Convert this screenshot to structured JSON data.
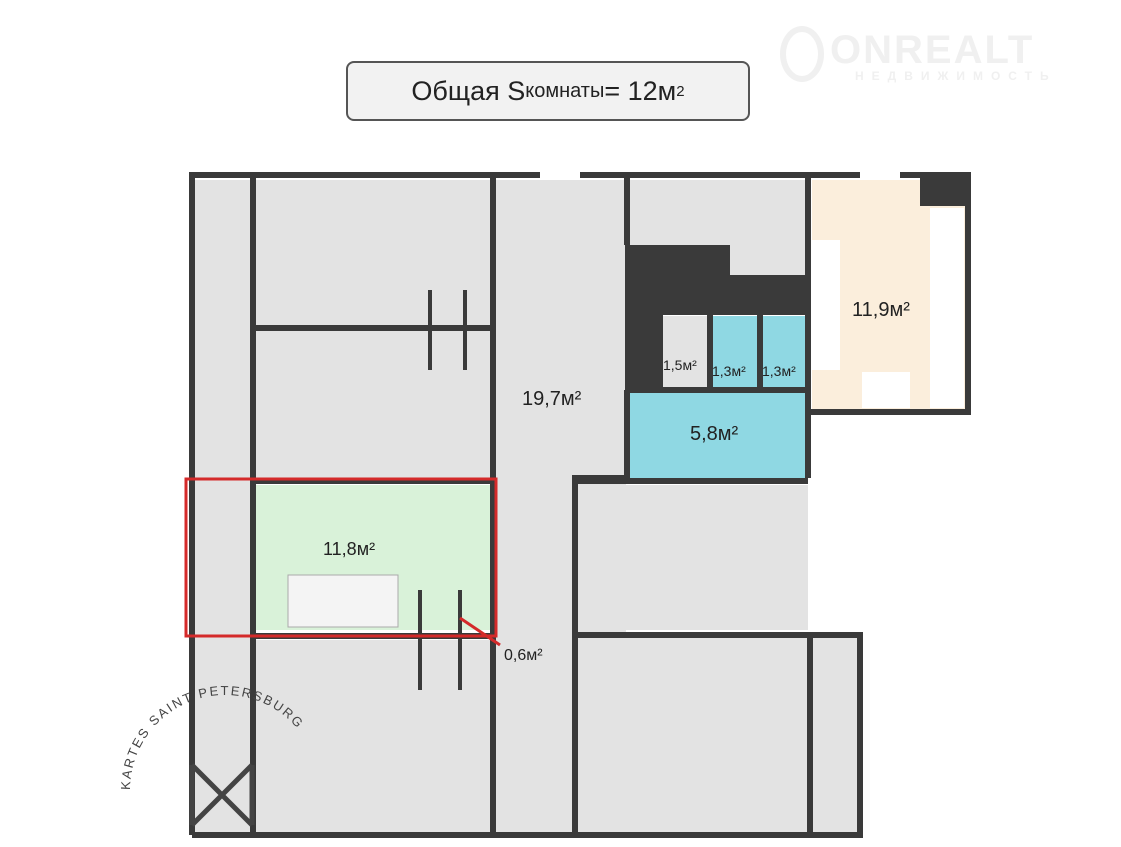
{
  "title": {
    "prefix": "Общая S",
    "sub": "комнаты",
    "suffix": " = 12м",
    "sup": "2"
  },
  "brand": {
    "name": "ONREALT",
    "tagline": "НЕДВИЖИМОСТЬ"
  },
  "stamp": {
    "text": "KARTES SAINT PETERSBURG"
  },
  "rooms": [
    {
      "id": "corridor",
      "area": "19,7м²"
    },
    {
      "id": "kitchen",
      "area": "11,9м²"
    },
    {
      "id": "storage",
      "area": "1,5м²"
    },
    {
      "id": "toilet",
      "area": "1,3м²"
    },
    {
      "id": "shower",
      "area": "1,3м²"
    },
    {
      "id": "washroom",
      "area": "5,8м²"
    },
    {
      "id": "selected-room",
      "area": "11,8м²"
    },
    {
      "id": "closet",
      "area": "0,6м²"
    }
  ],
  "colors": {
    "wall": "#3a3a3a",
    "room": "#e3e3e3",
    "kitchen": "#fbeedc",
    "bath": "#8fd8e3",
    "selected": "#d9f2d9",
    "highlight": "#d42a2a"
  }
}
